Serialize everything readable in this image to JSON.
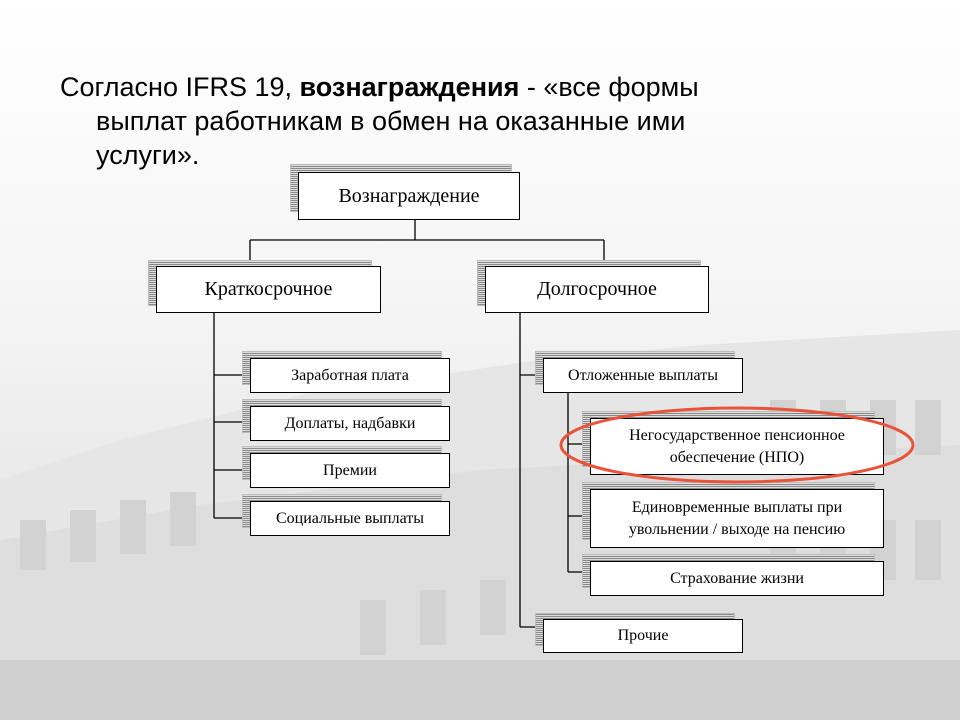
{
  "heading": {
    "line1_pre": "Согласно IFRS 19, ",
    "line1_bold": "вознаграждения",
    "line1_post": " - «все формы",
    "line2": "выплат работникам в обмен на оказанные ими",
    "line3": "услуги»."
  },
  "diagram": {
    "root": "Вознаграждение",
    "short_term": {
      "label": "Краткосрочное",
      "items": [
        "Заработная плата",
        "Доплаты, надбавки",
        "Премии",
        "Социальные выплаты"
      ]
    },
    "long_term": {
      "label": "Долгосрочное",
      "deferred": {
        "label": "Отложенные выплаты",
        "items": [
          "Негосударственное пенсионное обеспечение (НПО)",
          "Единовременные выплаты при увольнении / выходе на пенсию",
          "Страхование жизни"
        ]
      },
      "other": "Прочие"
    },
    "highlight_color": "#e8533a"
  }
}
